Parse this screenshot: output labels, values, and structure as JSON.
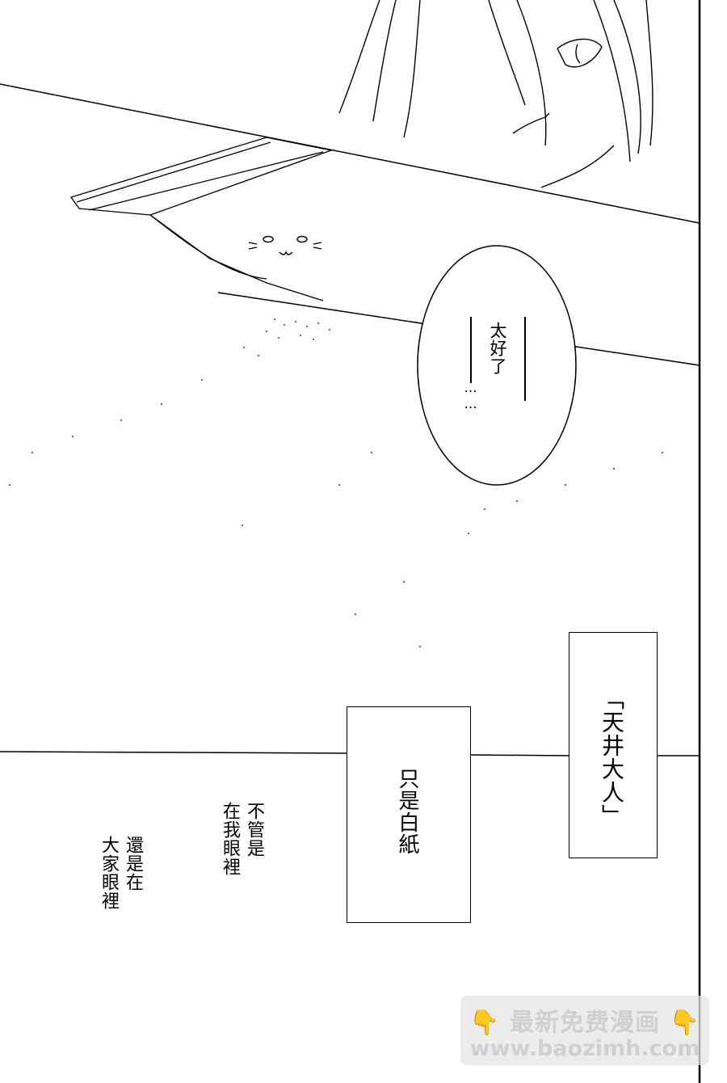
{
  "bubble": {
    "line1": "太好了",
    "line2": "——",
    "line3": "……"
  },
  "captions": {
    "amai": "「天井大人」",
    "paper": "只是白紙"
  },
  "narration": {
    "col1": "不管是",
    "col2": "在我眼裡",
    "col3": "還是在",
    "col4": "大家眼裡"
  },
  "watermark": {
    "line1": "最新免费漫画",
    "line2": "www.baozimh.com",
    "hand_icon": "pointing-down-hand-icon",
    "hand_color": "#f2a900"
  }
}
